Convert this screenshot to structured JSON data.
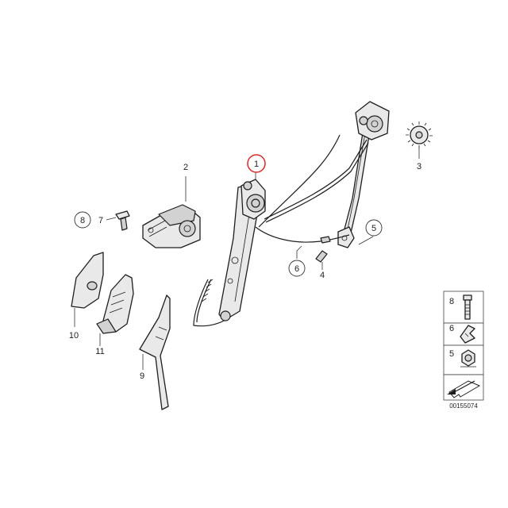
{
  "diagram": {
    "callouts": [
      {
        "id": "1",
        "label": "1",
        "highlight": true
      },
      {
        "id": "2",
        "label": "2"
      },
      {
        "id": "3",
        "label": "3"
      },
      {
        "id": "4",
        "label": "4"
      },
      {
        "id": "5",
        "label": "5",
        "circled": true
      },
      {
        "id": "6",
        "label": "6",
        "circled": true
      },
      {
        "id": "7",
        "label": "7"
      },
      {
        "id": "8",
        "label": "8",
        "circled": true
      },
      {
        "id": "9",
        "label": "9"
      },
      {
        "id": "10",
        "label": "10"
      },
      {
        "id": "11",
        "label": "11"
      }
    ],
    "legend": {
      "items": [
        {
          "label": "8",
          "icon": "bolt-icon"
        },
        {
          "label": "6",
          "icon": "clip-icon"
        },
        {
          "label": "5",
          "icon": "nut-icon"
        }
      ],
      "arrow_icon": "direction-arrow-icon"
    },
    "reference_number": "00155074",
    "colors": {
      "highlight": "#d62b2b",
      "line": "#1e1e1e",
      "fill": "#e9e9e9"
    }
  }
}
